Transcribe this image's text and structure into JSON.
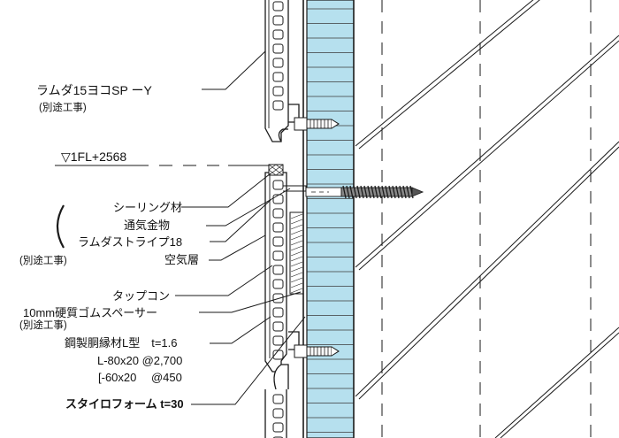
{
  "labels": {
    "lambda_y": "ラムダ15ヨコSP ーY",
    "lambda_y_sub": "(別途工事)",
    "level": "▽1FL+2568",
    "sealing": "シーリング材",
    "vent_metal": "通気金物",
    "lambda_stripe": "ラムダストライプ18",
    "separate_work": "(別途工事)",
    "air_layer": "空気層",
    "tapcon": "タップコン",
    "rubber_spacer": "10mm硬質ゴムスペーサー",
    "rubber_spacer_sub": "(別途工事)",
    "steel_furring": "鋼製胴縁材L型　t=1.6",
    "l_section": "L-80x20 @2,700",
    "c_section": "[-60x20　 @450",
    "styrofoam": "スタイロフォーム t=30"
  },
  "colors": {
    "insulation": "#b6e0ee",
    "line": "#1a1a1a"
  }
}
